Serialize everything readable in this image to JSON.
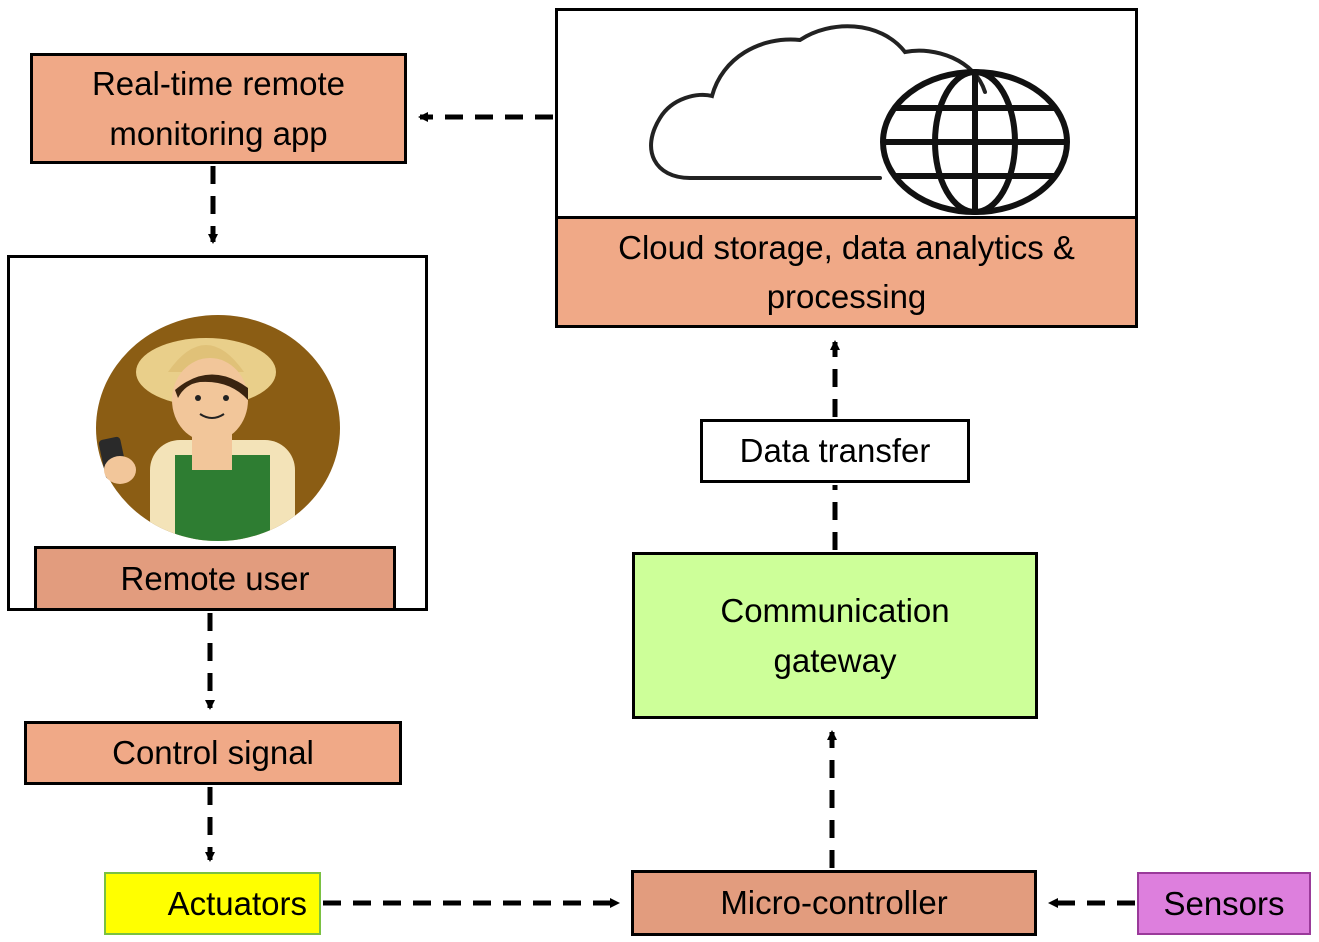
{
  "nodes": {
    "monitoring_app": "Real-time remote monitoring app",
    "cloud": "Cloud storage, data analytics & processing",
    "remote_user": "Remote user",
    "data_transfer": "Data transfer",
    "gateway": "Communication gateway",
    "control_signal": "Control signal",
    "actuators": "Actuators",
    "microcontroller": "Micro-controller",
    "sensors": "Sensors"
  },
  "icons": {
    "cloud_panel": [
      "cloud-icon",
      "globe-icon"
    ],
    "user_panel": [
      "farmer-with-phone-illustration"
    ]
  },
  "colors": {
    "salmon": "#f0a987",
    "green": "#cdff99",
    "yellow": "#ffff00",
    "pink": "#dd7fdd"
  }
}
